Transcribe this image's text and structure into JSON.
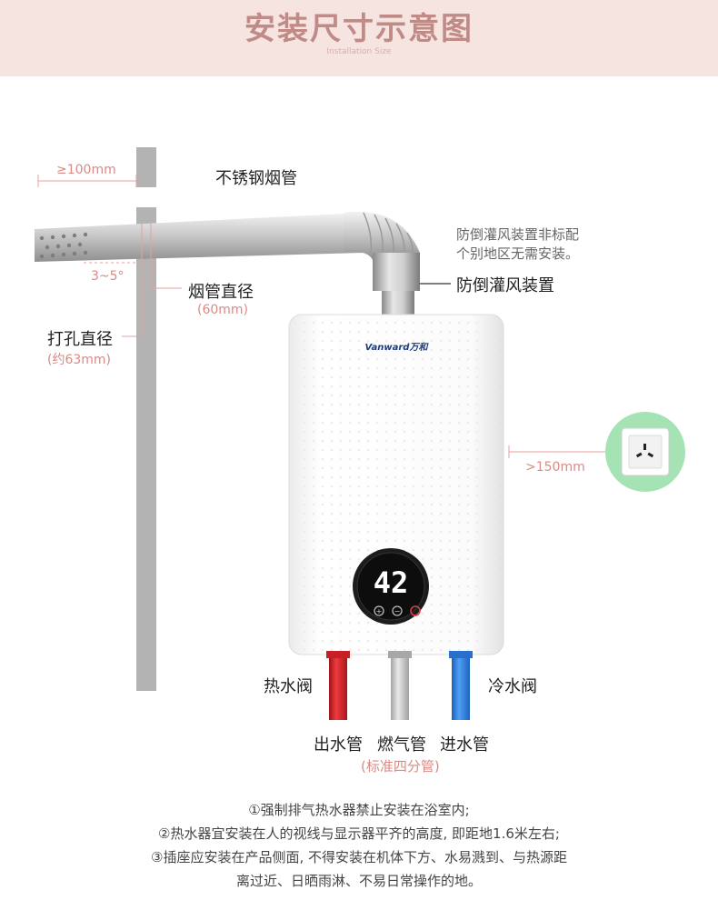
{
  "header": {
    "title": "安装尺寸示意图",
    "subtitle": "Installation Size"
  },
  "labels": {
    "pipe_material": "不锈钢烟管",
    "wall_clearance": "≥100mm",
    "tilt_angle": "3~5°",
    "pipe_diameter": "烟管直径",
    "pipe_diameter_value": "(60mm)",
    "hole_diameter": "打孔直径",
    "hole_diameter_value": "(约63mm)",
    "anti_backdraft_note_line1": "防倒灌风装置非标配",
    "anti_backdraft_note_line2": "个别地区无需安装。",
    "anti_backdraft": "防倒灌风装置",
    "side_clearance": ">150mm",
    "hot_valve": "热水阀",
    "cold_valve": "冷水阀",
    "outlet_pipe": "出水管",
    "gas_pipe": "燃气管",
    "inlet_pipe": "进水管",
    "pipe_standard": "(标准四分管)"
  },
  "heater": {
    "brand": "Vanward万和",
    "display_temp": "42"
  },
  "notes": [
    "①强制排气热水器禁止安装在浴室内;",
    "②热水器宜安装在人的视线与显示器平齐的高度, 即距地1.6米左右;",
    "③插座应安装在产品侧面, 不得安装在机体下方、水易溅到、与热源距",
    "离过近、日晒雨淋、不易日常操作的地。"
  ],
  "colors": {
    "header_bg": "#f6e4e1",
    "title": "#c08a86",
    "annotation_pink": "#d98b86",
    "hot_pipe": "#d8262b",
    "cold_pipe": "#2f7fe0",
    "gas_pipe": "#bdbdbd",
    "socket_ring": "#a6e3b4"
  }
}
